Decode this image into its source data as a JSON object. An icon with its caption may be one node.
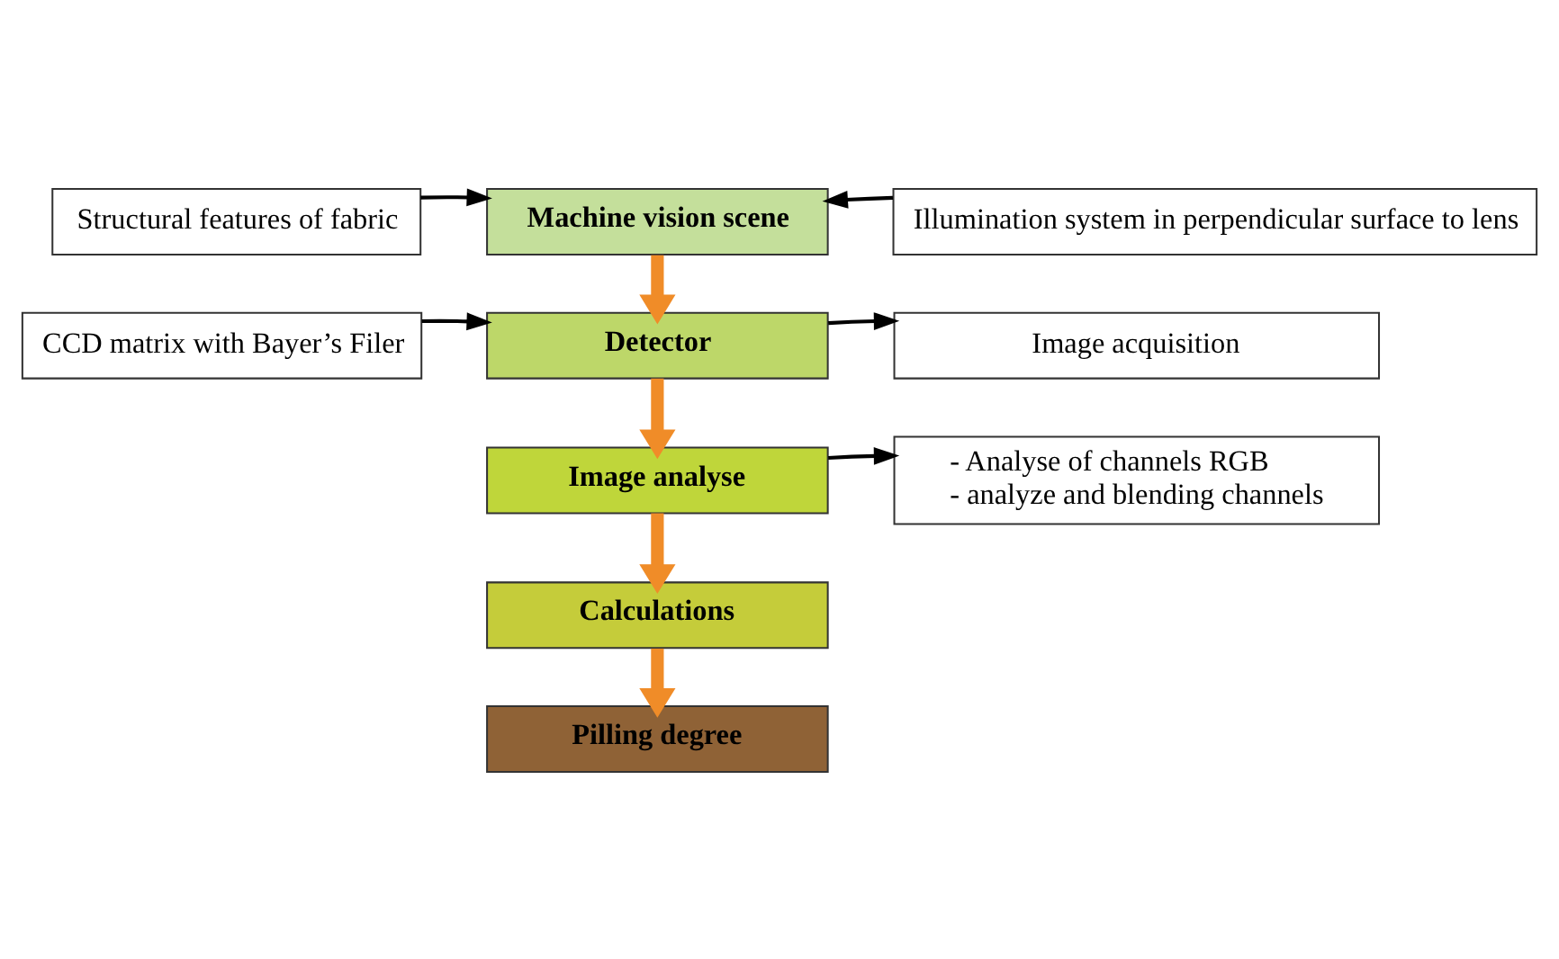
{
  "diagram": {
    "nodes": [
      {
        "text": [
          "Structural features of fabric"
        ]
      },
      {
        "text": [
          "Machine vision scene"
        ]
      },
      {
        "text": [
          "Illumination system in perpendicular surface to lens"
        ]
      },
      {
        "text": [
          "CCD matrix with Bayer’s Filer"
        ]
      },
      {
        "text": [
          "Detector"
        ]
      },
      {
        "text": [
          "Image acquisition"
        ]
      },
      {
        "text": [
          "Image analyse"
        ]
      },
      {
        "text": [
          "- Analyse of channels RGB",
          "- analyze and blending channels"
        ]
      },
      {
        "text": [
          "Calculations"
        ]
      },
      {
        "text": [
          "Pilling degree"
        ]
      }
    ],
    "edges": [
      {
        "from": 0,
        "to": 1,
        "arrow": "to"
      },
      {
        "from": 2,
        "to": 1,
        "arrow": "to"
      },
      {
        "from": 1,
        "to": 4,
        "arrow": "to",
        "style": "thick",
        "color": "#f08c28"
      },
      {
        "from": 3,
        "to": 4,
        "arrow": "to"
      },
      {
        "from": 4,
        "to": 5,
        "arrow": "to"
      },
      {
        "from": 4,
        "to": 6,
        "arrow": "to",
        "style": "thick",
        "color": "#f08c28"
      },
      {
        "from": 6,
        "to": 7,
        "arrow": "to"
      },
      {
        "from": 6,
        "to": 8,
        "arrow": "to",
        "style": "thick",
        "color": "#f08c28"
      },
      {
        "from": 8,
        "to": 9,
        "arrow": "to",
        "style": "thick",
        "color": "#f08c28"
      }
    ]
  }
}
